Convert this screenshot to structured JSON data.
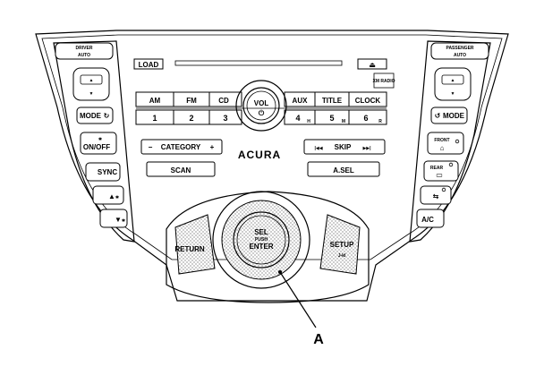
{
  "cd_slot": {
    "load_label": "LOAD",
    "eject_symbol": "⏏",
    "logo_text": "XM RADIO"
  },
  "left_panel": {
    "driver_label": "DRIVER",
    "auto_label": "AUTO",
    "mode_label": "MODE",
    "on_off_label": "ON/OFF",
    "sync_label": "SYNC",
    "fan_up_label": "▲",
    "fan_down_label": "▼"
  },
  "right_panel": {
    "passenger_label": "PASSENGER",
    "auto_label": "AUTO",
    "mode_label": "MODE",
    "front_defrost_label": "FRONT",
    "rear_defrost_label": "REAR",
    "ac_label": "A/C"
  },
  "source_buttons": [
    "AM",
    "FM",
    "CD",
    "AUX",
    "TITLE",
    "CLOCK"
  ],
  "preset_buttons": [
    "1",
    "2",
    "3",
    "4",
    "5",
    "6"
  ],
  "preset_marks": {
    "p4": "H",
    "p5": "M",
    "p6": "R"
  },
  "vol_knob": {
    "label": "VOL",
    "power_symbol": "⏻"
  },
  "category_label": "CATEGORY",
  "category_minus": "−",
  "category_plus": "+",
  "skip": {
    "label": "SKIP",
    "prev": "|◀◀",
    "next": "▶▶|"
  },
  "scan_label": "SCAN",
  "asel_label": "A.SEL",
  "brand": "ACURA",
  "return_label": "RETURN",
  "setup_label": "SETUP",
  "setup_sub": "J-kl",
  "sel_knob": {
    "line1": "SEL",
    "line2": "PUSH",
    "line3": "ENTER"
  },
  "callout": "A"
}
